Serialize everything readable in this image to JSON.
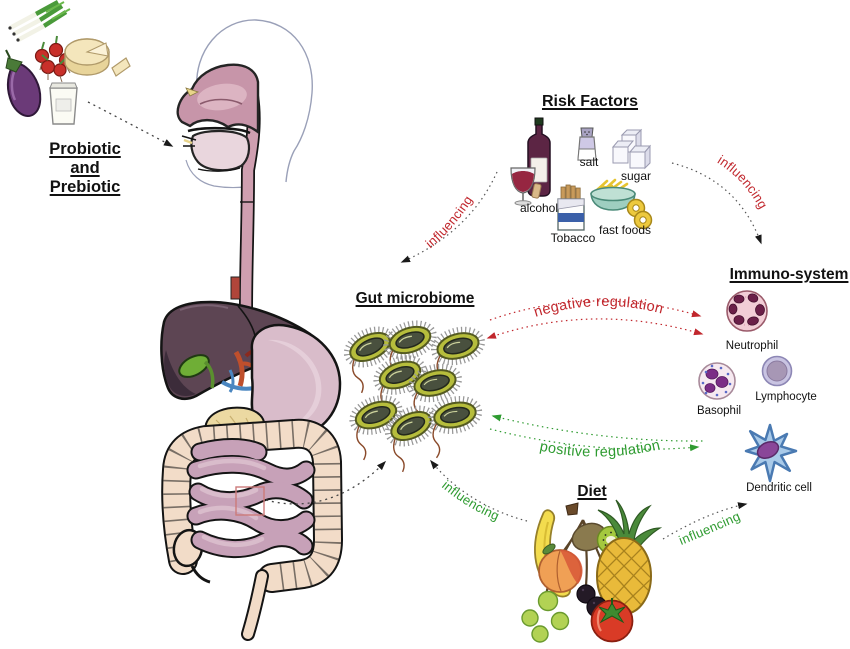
{
  "probiotic": {
    "line1": "Probiotic",
    "line2": "and",
    "line3": "Prebiotic"
  },
  "risk_factors": {
    "title": "Risk Factors",
    "items": {
      "alcohol": "alcohol",
      "salt": "salt",
      "sugar": "sugar",
      "tobacco": "Tobacco",
      "fast_foods": "fast foods"
    }
  },
  "gut_microbiome": {
    "title": "Gut microbiome"
  },
  "immune_system": {
    "title": "Immuno-system",
    "cells": {
      "neutrophil": "Neutrophil",
      "basophil": "Basophil",
      "lymphocyte": "Lymphocyte",
      "dendritic": "Dendritic cell"
    }
  },
  "diet": {
    "title": "Diet"
  },
  "arrows": {
    "risk_to_microbiome": "influencing",
    "risk_to_immune": "influencing",
    "negative": "negative regulation",
    "positive": "positive regulation",
    "diet_to_microbiome": "influencing",
    "diet_to_immune": "influencing"
  },
  "colors": {
    "negative": "#c1272d",
    "positive": "#2e9b30",
    "ink": "#111111"
  }
}
